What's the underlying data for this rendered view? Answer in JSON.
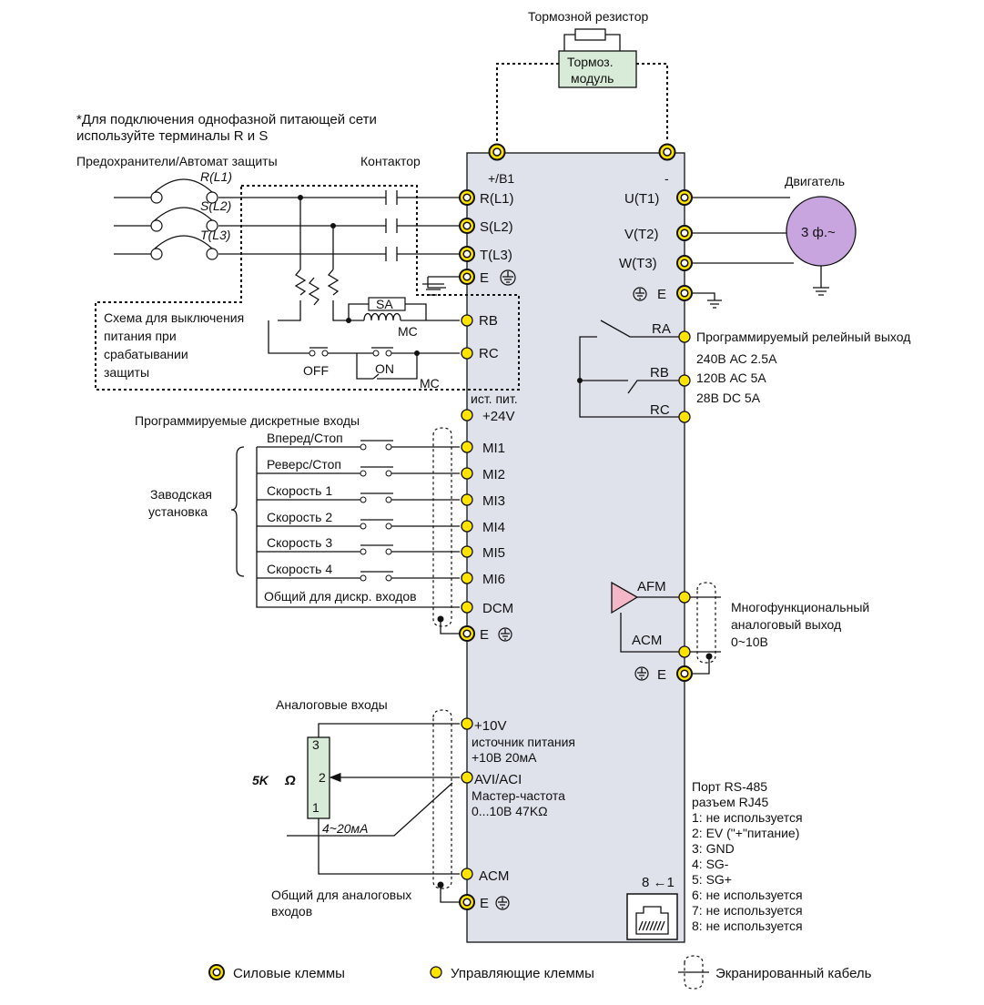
{
  "brake": {
    "resistor_label": "Тормозной резистор",
    "module_line1": "Тормоз.",
    "module_line2": "модуль"
  },
  "notes": {
    "single_phase_line1": "*Для подключения однофазной питающей сети",
    "single_phase_line2": "используйте терминалы R и S",
    "fuses": "Предохранители/Автомат защиты",
    "contactor": "Контактор",
    "phase_r": "R(L1)",
    "phase_s": "S(L2)",
    "phase_t": "T(L3)",
    "trip_line1": "Схема для выключения",
    "trip_line2": "питания при",
    "trip_line3": "срабатывании",
    "trip_line4": "защиты",
    "sa": "SA",
    "mc": "MC",
    "off": "OFF",
    "on": "ON"
  },
  "terminals_left": {
    "b1": "+/B1",
    "r": "R(L1)",
    "s": "S(L2)",
    "t": "T(L3)",
    "e": "E",
    "rb": "RB",
    "rc": "RC",
    "source": "ист. пит.",
    "p24": "+24V",
    "mi1": "MI1",
    "mi2": "MI2",
    "mi3": "MI3",
    "mi4": "MI4",
    "mi5": "MI5",
    "mi6": "MI6",
    "dcm": "DCM",
    "e2": "E",
    "p10": "+10V",
    "p10_desc1": "источник питания",
    "p10_desc2": "+10В 20мА",
    "avi": "AVI/ACI",
    "avi_desc1": "Мастер-частота",
    "avi_desc2": "0...10В 47KΩ",
    "acm": "ACM",
    "e3": "E"
  },
  "terminals_right": {
    "minus": "-",
    "u": "U(T1)",
    "v": "V(T2)",
    "w": "W(T3)",
    "e": "E",
    "ra": "RA",
    "rb": "RB",
    "rc": "RC",
    "afm": "AFM",
    "acm": "ACM",
    "e2": "E"
  },
  "motor": {
    "label": "Двигатель",
    "symbol": "3 ф.~"
  },
  "relay": {
    "title": "Программируемый релейный выход",
    "rating1": "240В АС 2.5А",
    "rating2": "120В АС 5А",
    "rating3": "28В DC   5А"
  },
  "digital_inputs": {
    "title": "Программируемые дискретные входы",
    "factory_line1": "Заводская",
    "factory_line2": "установка",
    "items": [
      "Вперед/Стоп",
      "Реверс/Стоп",
      "Скорость 1",
      "Скорость 2",
      "Скорость 3",
      "Скорость 4"
    ],
    "common": "Общий для дискр. входов"
  },
  "analog_output": {
    "line1": "Многофункциональный",
    "line2": "аналоговый выход",
    "line3": "0~10В"
  },
  "analog_inputs": {
    "title": "Аналоговые входы",
    "pot_value": "5K",
    "pot_unit": "Ω",
    "pin3": "3",
    "pin2": "2",
    "pin1": "1",
    "current": "4~20мА",
    "common_line1": "Общий для аналоговых",
    "common_line2": "входов"
  },
  "rs485": {
    "title_line1": "Порт RS-485",
    "title_line2": "разъем RJ45",
    "pin_direction": "8 ←1",
    "pins": [
      "1: не используется",
      "2: EV (\"+\"питание)",
      "3: GND",
      "4: SG-",
      "5: SG+",
      "6: не используется",
      "7: не используется",
      "8: не используется"
    ]
  },
  "legend": {
    "power": "Силовые клеммы",
    "control": "Управляющие клеммы",
    "shielded": "Экранированный кабель"
  },
  "colors": {
    "drive_body": "#dfe1eb",
    "terminal": "#ffe400",
    "brake_module": "#d8ead8",
    "motor": "#c9a5e0",
    "amplifier": "#f4b7c8"
  }
}
